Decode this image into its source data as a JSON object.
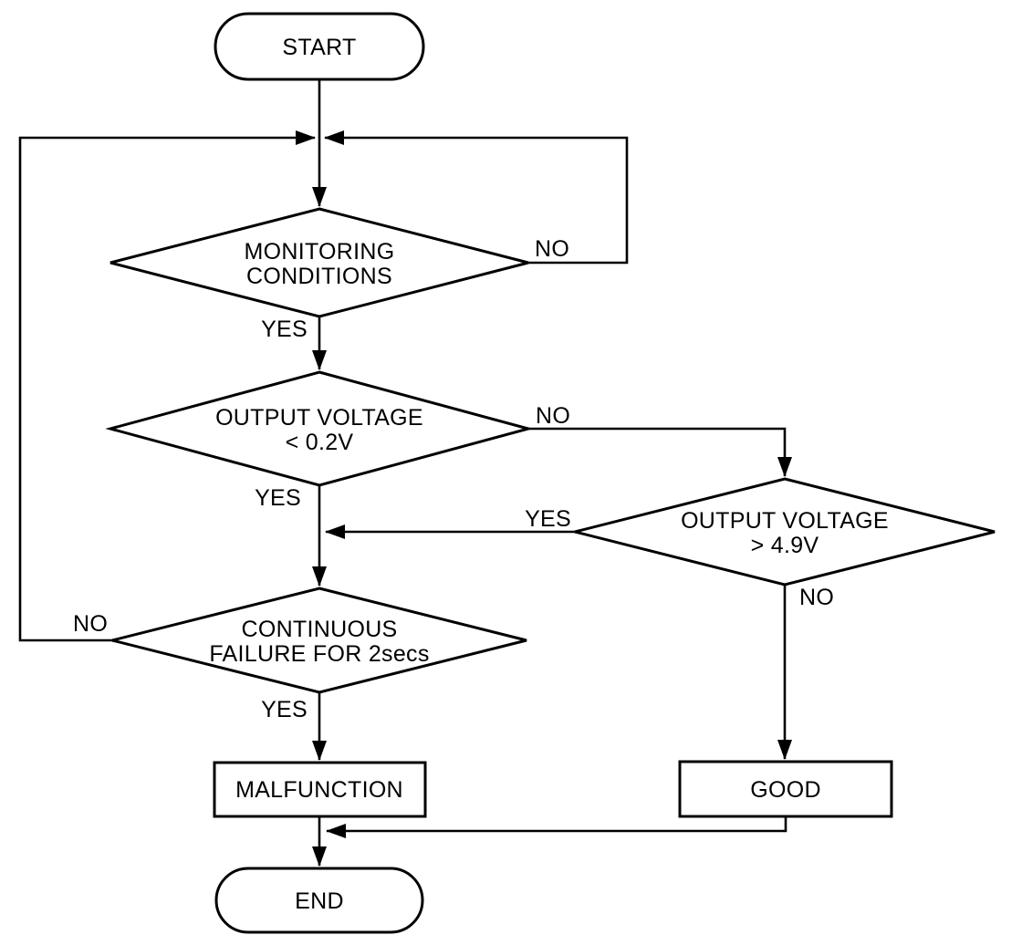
{
  "diagram": {
    "background_color": "#ffffff",
    "line_color": "#000000",
    "text_color": "#000000",
    "nodes": {
      "start": {
        "type": "terminator",
        "label": "START"
      },
      "monitoring_conditions": {
        "type": "decision",
        "label_line1": "MONITORING",
        "label_line2": "CONDITIONS"
      },
      "output_voltage_low": {
        "type": "decision",
        "label_line1": "OUTPUT VOLTAGE",
        "label_line2": "< 0.2V"
      },
      "output_voltage_high": {
        "type": "decision",
        "label_line1": "OUTPUT VOLTAGE",
        "label_line2": "> 4.9V"
      },
      "continuous_failure": {
        "type": "decision",
        "label_line1": "CONTINUOUS",
        "label_line2": "FAILURE FOR 2secs"
      },
      "malfunction": {
        "type": "process",
        "label": "MALFUNCTION"
      },
      "good": {
        "type": "process",
        "label": "GOOD"
      },
      "end": {
        "type": "terminator",
        "label": "END"
      }
    },
    "edge_labels": {
      "monitoring_no": "NO",
      "monitoring_yes": "YES",
      "output_low_no": "NO",
      "output_low_yes": "YES",
      "output_high_yes": "YES",
      "output_high_no": "NO",
      "continuous_no": "NO",
      "continuous_yes": "YES"
    }
  }
}
